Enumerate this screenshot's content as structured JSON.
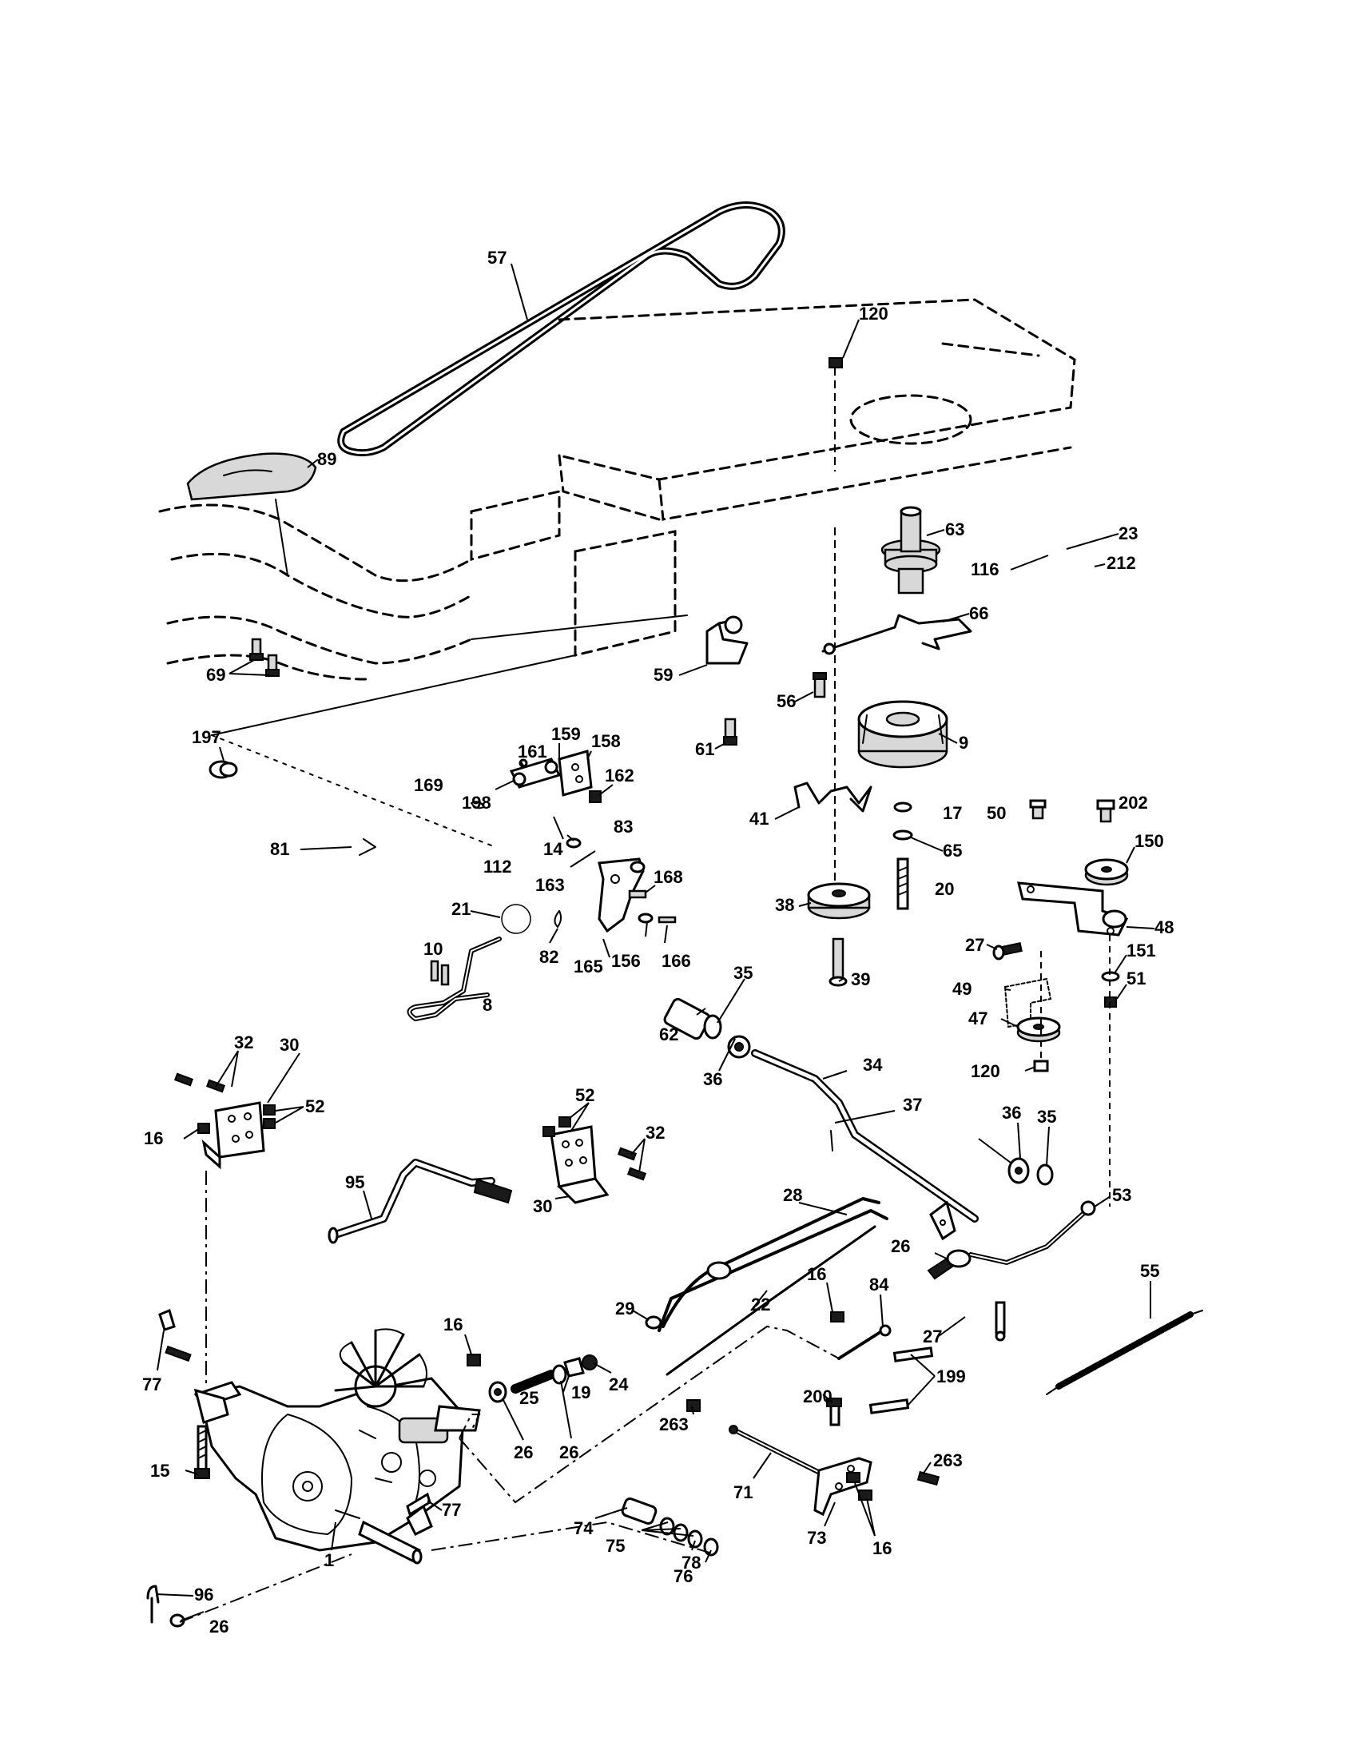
{
  "callouts": [
    {
      "id": "57",
      "text": "57"
    },
    {
      "id": "120a",
      "text": "120"
    },
    {
      "id": "89",
      "text": "89"
    },
    {
      "id": "63",
      "text": "63"
    },
    {
      "id": "23",
      "text": "23"
    },
    {
      "id": "116",
      "text": "116"
    },
    {
      "id": "212",
      "text": "212"
    },
    {
      "id": "66",
      "text": "66"
    },
    {
      "id": "69",
      "text": "69"
    },
    {
      "id": "59",
      "text": "59"
    },
    {
      "id": "56",
      "text": "56"
    },
    {
      "id": "61",
      "text": "61"
    },
    {
      "id": "9",
      "text": "9"
    },
    {
      "id": "197",
      "text": "197"
    },
    {
      "id": "161",
      "text": "161"
    },
    {
      "id": "159",
      "text": "159"
    },
    {
      "id": "158",
      "text": "158"
    },
    {
      "id": "169",
      "text": "169"
    },
    {
      "id": "198",
      "text": "198"
    },
    {
      "id": "162",
      "text": "162"
    },
    {
      "id": "41",
      "text": "41"
    },
    {
      "id": "17",
      "text": "17"
    },
    {
      "id": "50",
      "text": "50"
    },
    {
      "id": "202",
      "text": "202"
    },
    {
      "id": "83",
      "text": "83"
    },
    {
      "id": "65",
      "text": "65"
    },
    {
      "id": "150",
      "text": "150"
    },
    {
      "id": "81",
      "text": "81"
    },
    {
      "id": "112",
      "text": "112"
    },
    {
      "id": "14",
      "text": "14"
    },
    {
      "id": "163",
      "text": "163"
    },
    {
      "id": "168",
      "text": "168"
    },
    {
      "id": "20",
      "text": "20"
    },
    {
      "id": "48",
      "text": "48"
    },
    {
      "id": "21",
      "text": "21"
    },
    {
      "id": "38",
      "text": "38"
    },
    {
      "id": "27a",
      "text": "27"
    },
    {
      "id": "151",
      "text": "151"
    },
    {
      "id": "10",
      "text": "10"
    },
    {
      "id": "82",
      "text": "82"
    },
    {
      "id": "165",
      "text": "165"
    },
    {
      "id": "156",
      "text": "156"
    },
    {
      "id": "166",
      "text": "166"
    },
    {
      "id": "39",
      "text": "39"
    },
    {
      "id": "51",
      "text": "51"
    },
    {
      "id": "35a",
      "text": "35"
    },
    {
      "id": "49",
      "text": "49"
    },
    {
      "id": "8",
      "text": "8"
    },
    {
      "id": "47",
      "text": "47"
    },
    {
      "id": "62",
      "text": "62"
    },
    {
      "id": "32a",
      "text": "32"
    },
    {
      "id": "30a",
      "text": "30"
    },
    {
      "id": "36a",
      "text": "36"
    },
    {
      "id": "120b",
      "text": "120"
    },
    {
      "id": "34",
      "text": "34"
    },
    {
      "id": "52a",
      "text": "52"
    },
    {
      "id": "52b",
      "text": "52"
    },
    {
      "id": "16a",
      "text": "16"
    },
    {
      "id": "37",
      "text": "37"
    },
    {
      "id": "36b",
      "text": "36"
    },
    {
      "id": "35b",
      "text": "35"
    },
    {
      "id": "32b",
      "text": "32"
    },
    {
      "id": "95",
      "text": "95"
    },
    {
      "id": "30b",
      "text": "30"
    },
    {
      "id": "53",
      "text": "53"
    },
    {
      "id": "28",
      "text": "28"
    },
    {
      "id": "26a",
      "text": "26"
    },
    {
      "id": "55",
      "text": "55"
    },
    {
      "id": "16b",
      "text": "16"
    },
    {
      "id": "84",
      "text": "84"
    },
    {
      "id": "29",
      "text": "29"
    },
    {
      "id": "22",
      "text": "22"
    },
    {
      "id": "27b",
      "text": "27"
    },
    {
      "id": "16c",
      "text": "16"
    },
    {
      "id": "77a",
      "text": "77"
    },
    {
      "id": "25",
      "text": "25"
    },
    {
      "id": "19",
      "text": "19"
    },
    {
      "id": "24",
      "text": "24"
    },
    {
      "id": "199",
      "text": "199"
    },
    {
      "id": "200",
      "text": "200"
    },
    {
      "id": "263a",
      "text": "263"
    },
    {
      "id": "26b",
      "text": "26"
    },
    {
      "id": "26c",
      "text": "26"
    },
    {
      "id": "15",
      "text": "15"
    },
    {
      "id": "71",
      "text": "71"
    },
    {
      "id": "263b",
      "text": "263"
    },
    {
      "id": "77b",
      "text": "77"
    },
    {
      "id": "74",
      "text": "74"
    },
    {
      "id": "96",
      "text": "96"
    },
    {
      "id": "75",
      "text": "75"
    },
    {
      "id": "78",
      "text": "78"
    },
    {
      "id": "1",
      "text": "1"
    },
    {
      "id": "73",
      "text": "73"
    },
    {
      "id": "16d",
      "text": "16"
    },
    {
      "id": "76",
      "text": "76"
    },
    {
      "id": "26d",
      "text": "26"
    }
  ]
}
